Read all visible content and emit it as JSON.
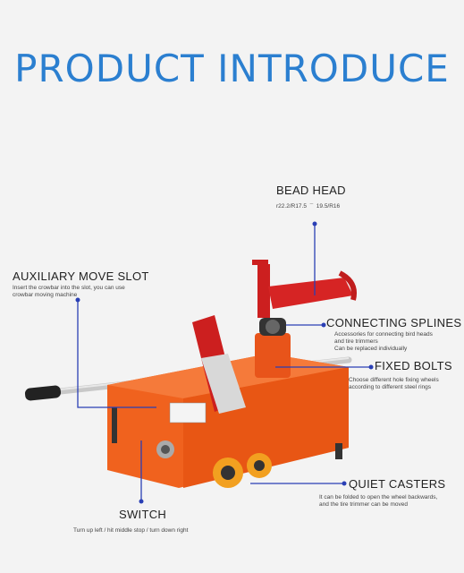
{
  "page": {
    "title": "PRODUCT INTRODUCE",
    "accent_color": "#2b7fd0",
    "line_color": "#2a3fb5"
  },
  "features": {
    "bead_head": {
      "title": "BEAD HEAD",
      "desc": "r22.2/R17.5  ¯  19.5/R16"
    },
    "auxiliary_move_slot": {
      "title": "AUXILIARY MOVE SLOT",
      "desc1": "Insert the crowbar into the slot, you can use",
      "desc2": "crowbar moving machine"
    },
    "connecting_splines": {
      "title": "CONNECTING SPLINES",
      "desc1": "Accessories for connecting bird heads",
      "desc2": "and tire trimmers",
      "desc3": "Can be replaced individually"
    },
    "fixed_bolts": {
      "title": "FIXED BOLTS",
      "desc1": "Choose different hole fixing wheels",
      "desc2": "according to different steel rings"
    },
    "quiet_casters": {
      "title": "QUIET CASTERS",
      "desc1": "It can be folded to open the wheel backwards,",
      "desc2": "and the tire trimmer can be moved"
    },
    "switch": {
      "title": "SWITCH",
      "desc": "Turn up left / hit middle stop / turn down right"
    }
  }
}
